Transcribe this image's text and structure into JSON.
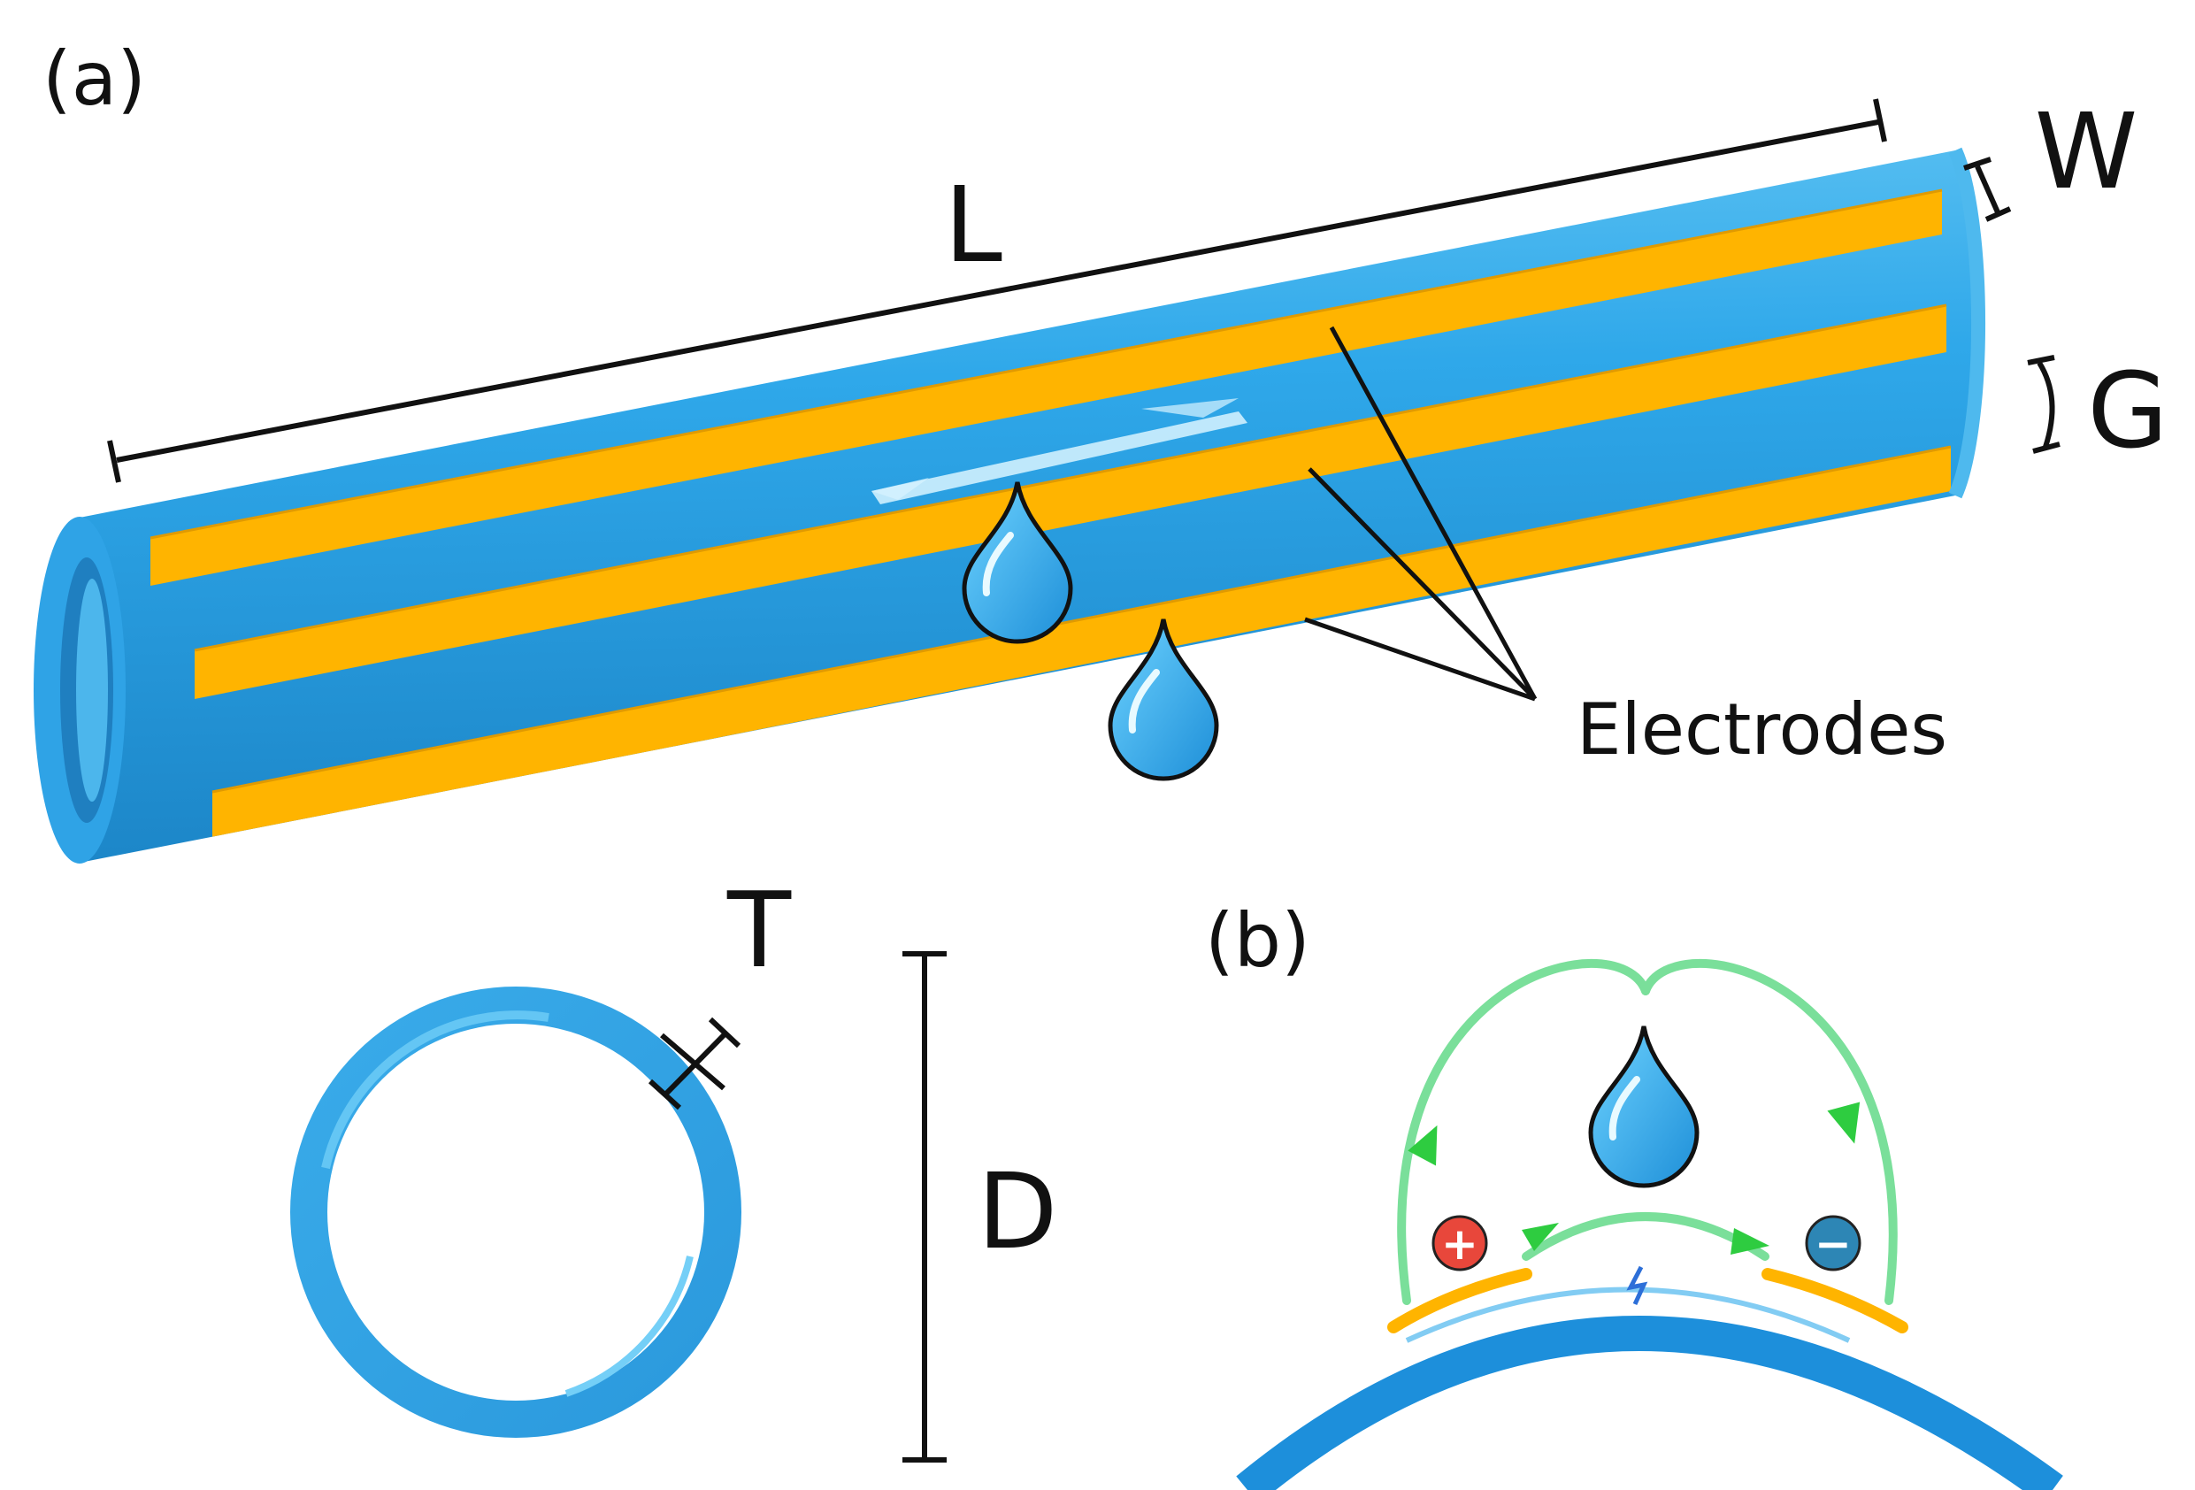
{
  "panel_a": {
    "label": "(a)",
    "dim_length": "L",
    "dim_width": "W",
    "dim_gap": "G",
    "dim_thickness": "T",
    "dim_diameter": "D",
    "electrodes_label": "Electrodes"
  },
  "panel_b": {
    "label": "(b)",
    "positive_symbol": "+",
    "negative_symbol": "−"
  },
  "colors": {
    "tube_blue": "#2FA3E6",
    "tube_dark": "#1C86C8",
    "tube_light": "#5DC2F2",
    "electrode_orange": "#FFB400",
    "field_line_green": "#7ADF9A",
    "arrow_green": "#2ECC40",
    "positive_red": "#E8473B",
    "negative_teal": "#2D86B5"
  }
}
